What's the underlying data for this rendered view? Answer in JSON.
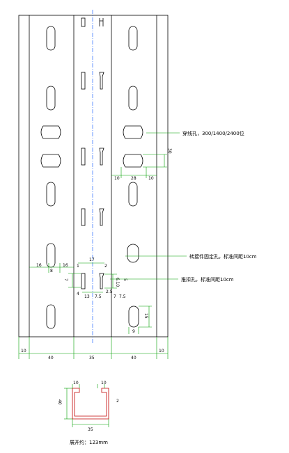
{
  "labels": {
    "wire_hole": "穿线孔，300/1400/2400位",
    "connector_hole": "转接件固定孔，标准间距10cm",
    "locator_hole": "推扣孔，标准间距10cm",
    "unfold_width": "展开约：123mm"
  },
  "dims": {
    "bottom": {
      "margin_left": "10",
      "left": "40",
      "center": "35",
      "right": "40",
      "margin_right": "10"
    },
    "wire_hole": {
      "left_off": "10",
      "width": "28",
      "right_off": "10",
      "height": "30"
    },
    "mid_left": {
      "a": "16",
      "b": "16",
      "c": "8"
    },
    "mid_slot": {
      "top": "17",
      "h1": "7",
      "h2": "4",
      "w1": "1",
      "w2": "13",
      "w3": "7.5",
      "h3": "10"
    },
    "mid_right": {
      "a": "2",
      "b": "5",
      "c": "6.10",
      "d": "2.5",
      "e": "7",
      "f": "7.5"
    },
    "lower_slot": {
      "h": "15",
      "w": "9"
    },
    "section": {
      "top_left": "10",
      "top_right": "10",
      "height": "40",
      "width": "35",
      "thickness": "2"
    }
  }
}
